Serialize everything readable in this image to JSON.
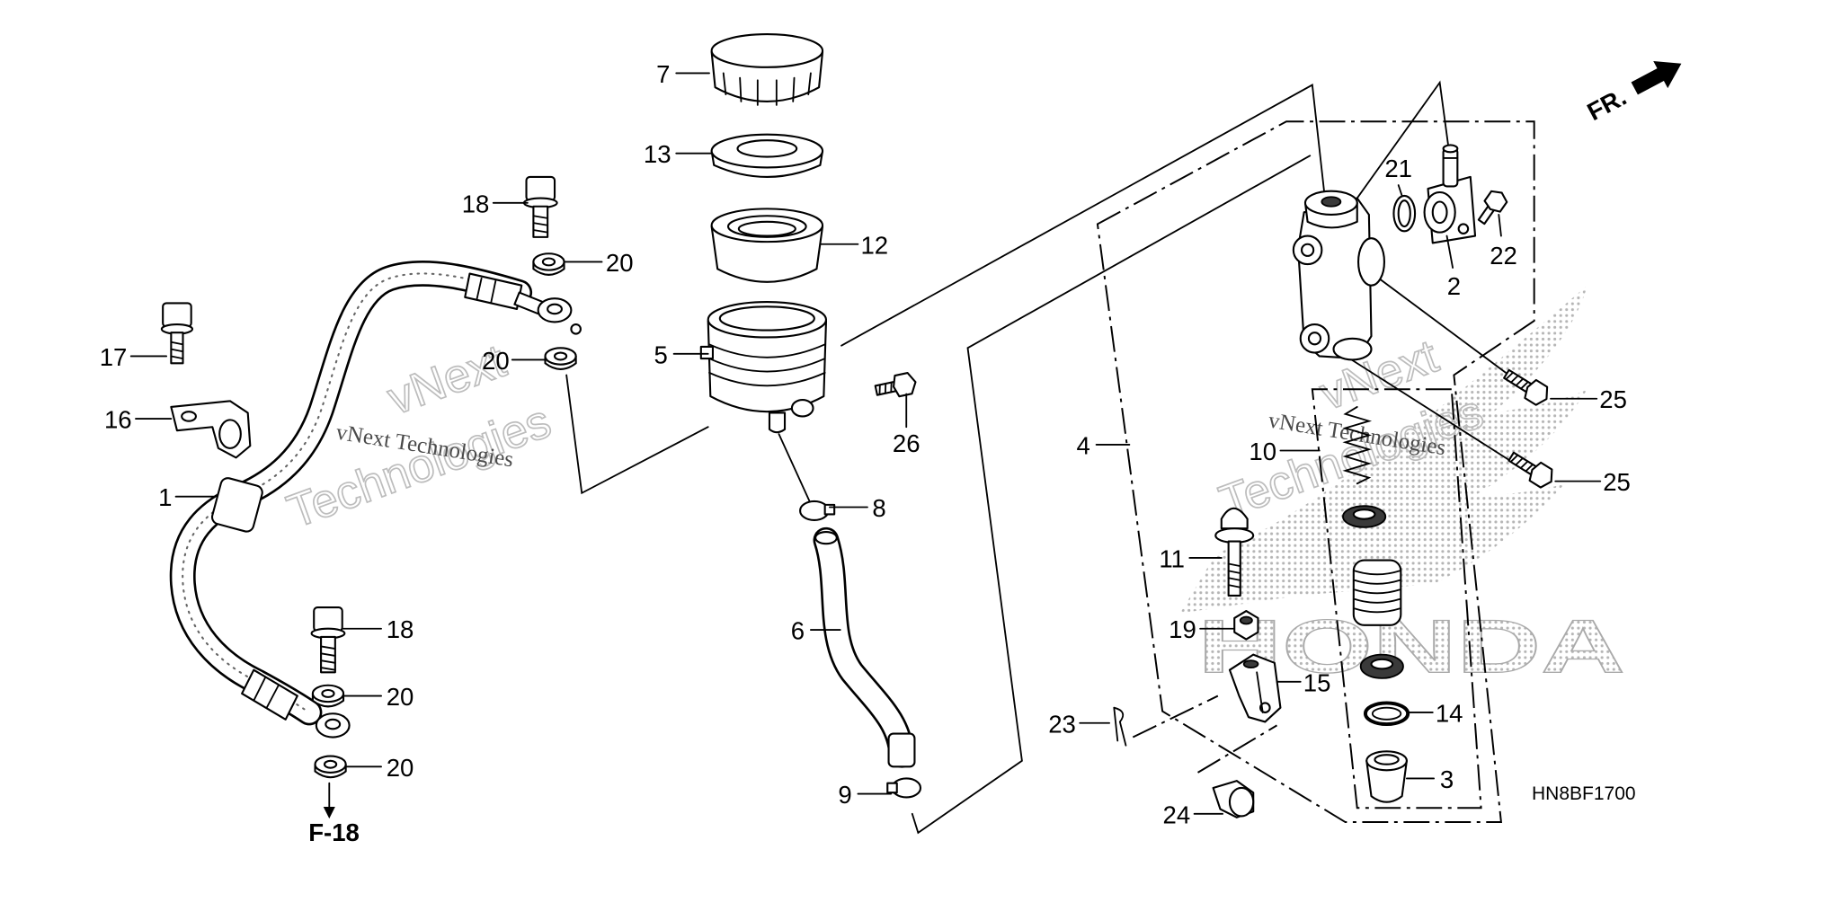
{
  "diagram": {
    "code": "HN8BF1700",
    "reference": "F-18",
    "front_label": "FR."
  },
  "watermark": {
    "text": "vNext Technologies",
    "line1": "vNext",
    "line2": "Technologies"
  },
  "logo": {
    "text": "HONDA"
  },
  "colors": {
    "line": "#000000",
    "watermark": "#b5b5b5"
  },
  "callouts": [
    {
      "label": "7"
    },
    {
      "label": "13"
    },
    {
      "label": "12"
    },
    {
      "label": "5"
    },
    {
      "label": "26"
    },
    {
      "label": "8"
    },
    {
      "label": "6"
    },
    {
      "label": "9"
    },
    {
      "label": "18"
    },
    {
      "label": "20"
    },
    {
      "label": "20"
    },
    {
      "label": "17"
    },
    {
      "label": "16"
    },
    {
      "label": "1"
    },
    {
      "label": "18"
    },
    {
      "label": "20"
    },
    {
      "label": "20"
    },
    {
      "label": "4"
    },
    {
      "label": "10"
    },
    {
      "label": "11"
    },
    {
      "label": "19"
    },
    {
      "label": "15"
    },
    {
      "label": "14"
    },
    {
      "label": "3"
    },
    {
      "label": "23"
    },
    {
      "label": "24"
    },
    {
      "label": "21"
    },
    {
      "label": "2"
    },
    {
      "label": "22"
    },
    {
      "label": "25"
    },
    {
      "label": "25"
    }
  ]
}
